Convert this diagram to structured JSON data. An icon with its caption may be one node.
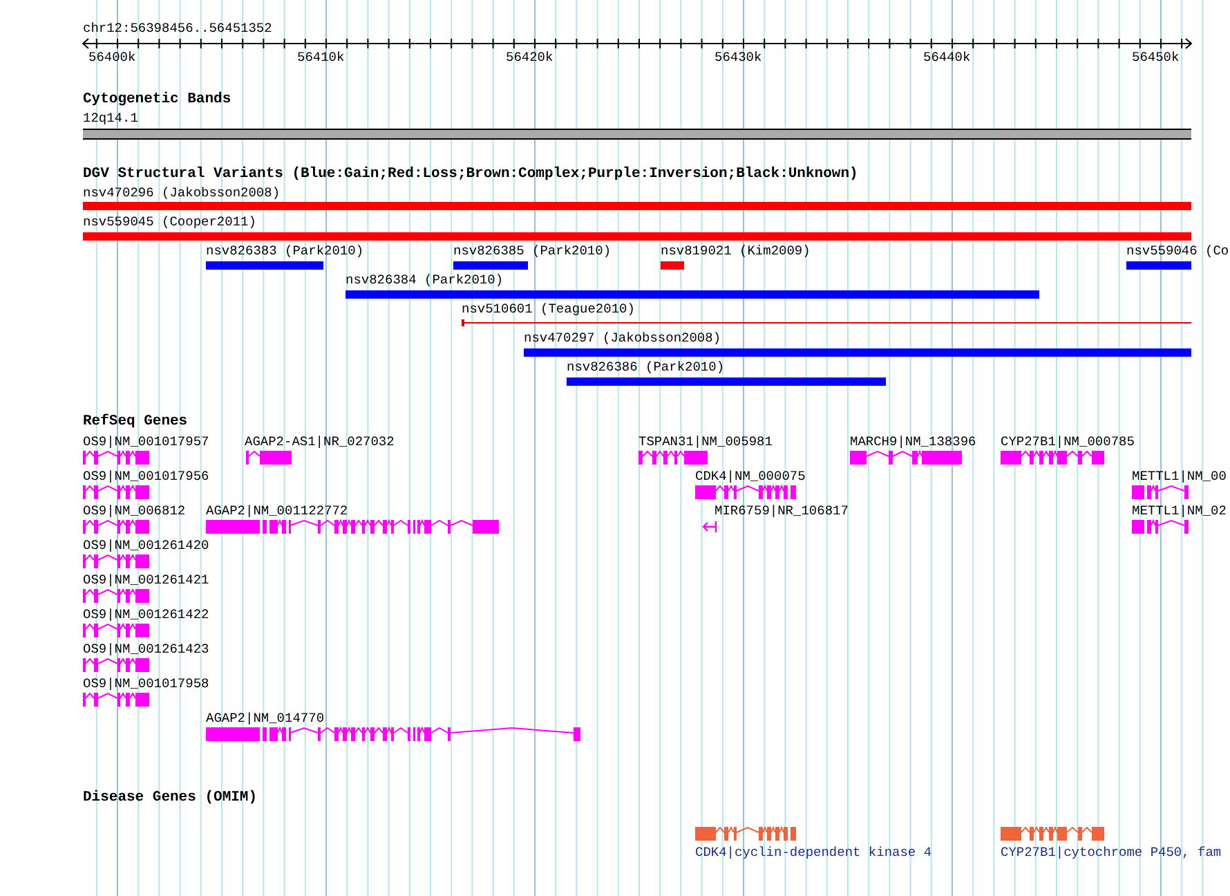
{
  "diagram": {
    "nodes": [
      {
        "text": [
          "12q14.1"
        ]
      },
      {
        "text": [
          "nsv470296 (Jakobsson2008)"
        ]
      },
      {
        "text": [
          "nsv559045 (Cooper2011)"
        ]
      },
      {
        "text": [
          "nsv826383 (Park2010)"
        ]
      },
      {
        "text": [
          "nsv826385 (Park2010)"
        ]
      },
      {
        "text": [
          "nsv819021 (Kim2009)"
        ]
      },
      {
        "text": [
          "nsv559046 (Co"
        ]
      },
      {
        "text": [
          "nsv826384 (Park2010)"
        ]
      },
      {
        "text": [
          "nsv510601 (Teague2010)"
        ]
      },
      {
        "text": [
          "nsv470297 (Jakobsson2008)"
        ]
      },
      {
        "text": [
          "nsv826386 (Park2010)"
        ]
      },
      {
        "text": [
          "OS9|NM_001017957"
        ]
      },
      {
        "text": [
          "AGAP2-AS1|NR_027032"
        ]
      },
      {
        "text": [
          "TSPAN31|NM_005981"
        ]
      },
      {
        "text": [
          "MARCH9|NM_138396"
        ]
      },
      {
        "text": [
          "CYP27B1|NM_000785"
        ]
      },
      {
        "text": [
          "OS9|NM_001017956"
        ]
      },
      {
        "text": [
          "CDK4|NM_000075"
        ]
      },
      {
        "text": [
          "METTL1|NM_00"
        ]
      },
      {
        "text": [
          "OS9|NM_006812"
        ]
      },
      {
        "text": [
          "AGAP2|NM_001122772"
        ]
      },
      {
        "text": [
          "MIR6759|NR_106817"
        ]
      },
      {
        "text": [
          "METTL1|NM_02"
        ]
      },
      {
        "text": [
          "OS9|NM_001261420"
        ]
      },
      {
        "text": [
          "OS9|NM_001261421"
        ]
      },
      {
        "text": [
          "OS9|NM_001261422"
        ]
      },
      {
        "text": [
          "OS9|NM_001261423"
        ]
      },
      {
        "text": [
          "OS9|NM_001017958"
        ]
      },
      {
        "text": [
          "AGAP2|NM_014770"
        ]
      },
      {
        "text": [
          "CDK4|cyclin-dependent kinase 4"
        ]
      },
      {
        "text": [
          "CYP27B1|cytochrome P450, fam"
        ]
      }
    ],
    "labels": [
      "chr12:56398456..56451352",
      "56400k",
      "56410k",
      "56420k",
      "56430k",
      "56440k",
      "56450k",
      "Cytogenetic Bands",
      "DGV Structural Variants (Blue:Gain;Red:Loss;Brown:Complex;Purple:Inversion;Black:Unknown)",
      "RefSeq Genes",
      "Disease Genes (OMIM)"
    ]
  }
}
